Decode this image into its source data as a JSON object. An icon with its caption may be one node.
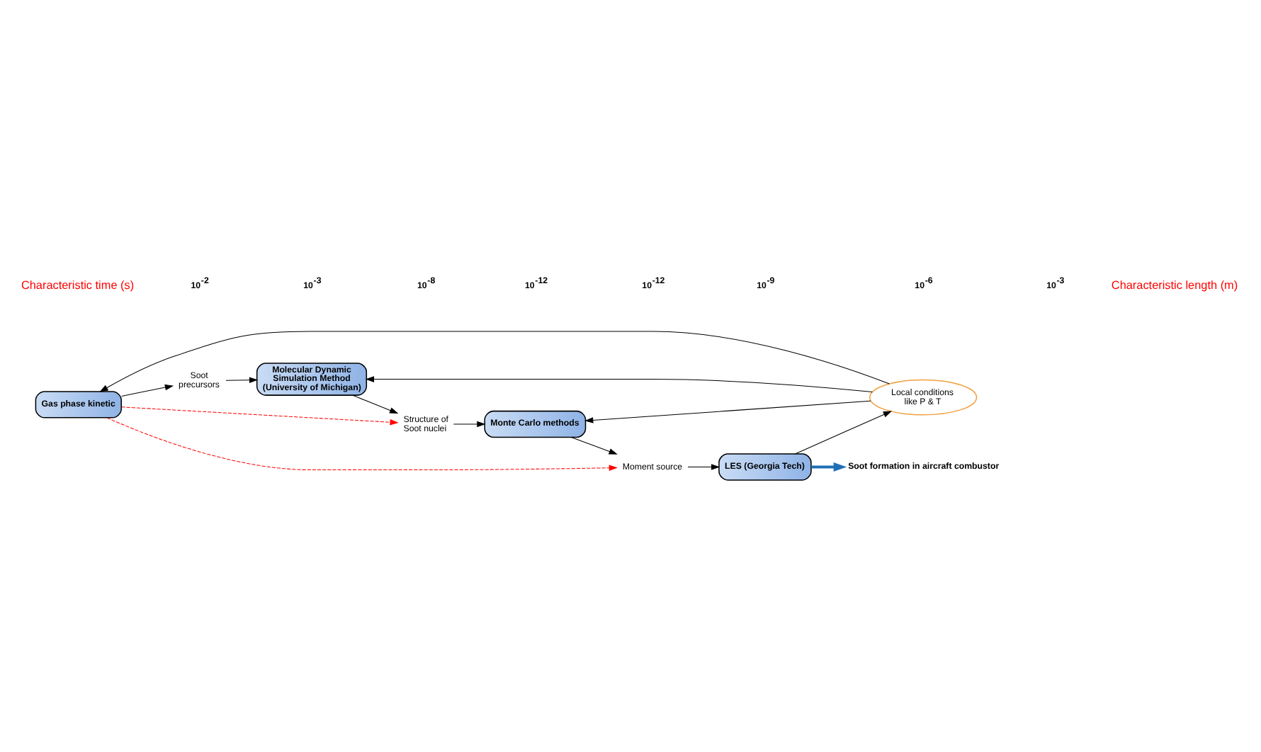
{
  "diagram": {
    "nodes": [
      {
        "text": [
          "Gas phase kinetic"
        ]
      },
      {
        "text": [
          "Soot precursors"
        ]
      },
      {
        "text": [
          "Molecular Dynamic Simulation Method (University of Michigan)"
        ]
      },
      {
        "text": [
          "Structure of Soot nuclei"
        ]
      },
      {
        "text": [
          "Monte Carlo methods"
        ]
      },
      {
        "text": [
          "Moment source"
        ]
      },
      {
        "text": [
          "LES (Georgia Tech)"
        ]
      },
      {
        "text": [
          "Local conditions like P & T"
        ]
      },
      {
        "text": [
          "Soot formation in aircraft combustor"
        ]
      }
    ],
    "edges": [
      {
        "from": 0,
        "to": 1,
        "arrow": "to"
      },
      {
        "from": 1,
        "to": 2,
        "arrow": "to"
      },
      {
        "from": 2,
        "to": 3,
        "arrow": "to"
      },
      {
        "from": 3,
        "to": 4,
        "arrow": "to"
      },
      {
        "from": 4,
        "to": 5,
        "arrow": "to"
      },
      {
        "from": 5,
        "to": 6,
        "arrow": "to"
      },
      {
        "from": 6,
        "to": 7,
        "arrow": "to"
      },
      {
        "from": 7,
        "to": 4,
        "arrow": "to"
      },
      {
        "from": 7,
        "to": 2,
        "arrow": "to"
      },
      {
        "from": 7,
        "to": 0,
        "arrow": "to"
      },
      {
        "from": 0,
        "to": 3,
        "arrow": "to",
        "style": "dashed",
        "color": "#ff0000"
      },
      {
        "from": 0,
        "to": 5,
        "arrow": "to",
        "style": "dashed",
        "color": "#ff0000"
      },
      {
        "from": 6,
        "to": 8,
        "arrow": "to",
        "style": "thick",
        "color": "#1f6fb5"
      }
    ],
    "labels": [
      "Characteristic time (s)",
      "10$^{-2}$",
      "10$^{-3}$",
      "10$^{-8}$",
      "10$^{-12}$",
      "10$^{-12}$",
      "10$^{-9}$",
      "10$^{-6}$",
      "10$^{-3}$",
      "Characteristic length (m)"
    ]
  }
}
